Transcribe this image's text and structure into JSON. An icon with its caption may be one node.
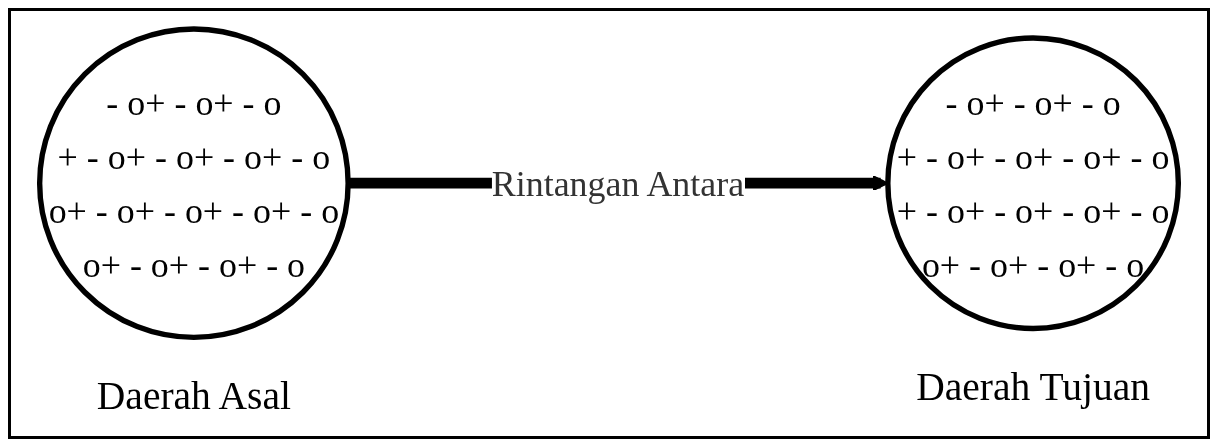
{
  "diagram": {
    "nodes": [
      {
        "text": [
          "- o+ - o+ - o",
          "+ - o+ - o+ - o+ - o",
          "o+ - o+ - o+ - o+ - o",
          "o+ - o+ - o+ - o"
        ],
        "beside": [
          "Daerah Asal"
        ]
      },
      {
        "text": [
          "- o+ - o+ - o",
          "+ - o+ - o+ - o+ - o",
          "+ - o+ - o+ - o+ - o",
          "o+ - o+ - o+ - o"
        ],
        "beside": [
          "Daerah Tujuan"
        ]
      }
    ],
    "edges": [
      {
        "from": 0,
        "to": 1,
        "arrow": "to",
        "label": "Rintangan Antara"
      }
    ]
  }
}
